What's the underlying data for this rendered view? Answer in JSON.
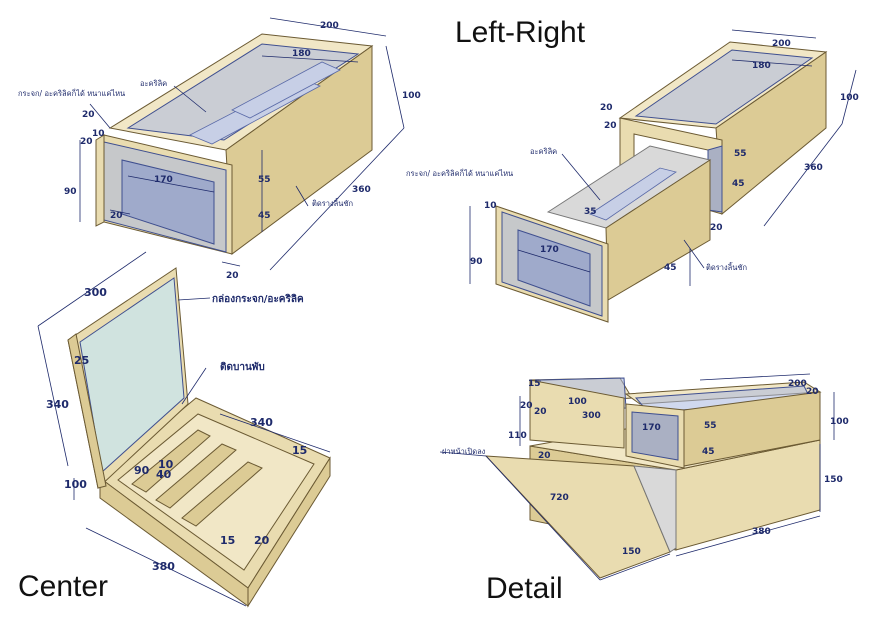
{
  "titles": {
    "left_right": "Left-Right",
    "center": "Center",
    "detail": "Detail"
  },
  "top_left": {
    "width_outer": "200",
    "width_inner": "180",
    "height": "100",
    "depth": "360",
    "label_acrylic": "อะคริลิค",
    "label_glass": "กระจก/ อะคริลิคก็ได้ หนาแค่ไหน",
    "front_width": "170",
    "front_height": "90",
    "dim_20a": "20",
    "dim_20b": "20",
    "dim_10": "10",
    "dim_20c": "20",
    "dim_55": "55",
    "dim_45": "45",
    "dim_20d": "20",
    "label_rail": "ติดรางลิ้นชัก"
  },
  "top_right": {
    "width_outer": "200",
    "width_inner": "180",
    "height": "100",
    "depth": "360",
    "dim_20a": "20",
    "dim_20b": "20",
    "dim_55": "55",
    "dim_45a": "45",
    "dim_20c": "20",
    "label_acrylic": "อะคริลิค",
    "label_glass": "กระจก/ อะคริลิคก็ได้ หนาแค่ไหน",
    "dim_10": "10",
    "dim_35": "35",
    "front_width": "170",
    "front_height": "90",
    "dim_45b": "45",
    "label_rail": "ติดรางลิ้นชัก"
  },
  "center": {
    "lid_width": "300",
    "label_glass_box": "กล่องกระจก/อะคริลิค",
    "dim_25": "25",
    "label_hinge": "ติดบานพับ",
    "height_total": "340",
    "base_depth": "340",
    "dim_15a": "15",
    "dim_10": "10",
    "dim_90": "90",
    "dim_40": "40",
    "dim_100": "100",
    "dim_15b": "15",
    "dim_20": "20",
    "base_width": "380"
  },
  "detail": {
    "dim_15": "15",
    "dim_20a": "20",
    "dim_100": "100",
    "dim_300": "300",
    "dim_20b": "20",
    "dim_200": "200",
    "dim_20c": "20",
    "dim_100b": "100",
    "dim_110": "110",
    "dim_170": "170",
    "dim_55": "55",
    "dim_45": "45",
    "dim_20d": "20",
    "label_lid": "ฝาหน้าเปิดลง",
    "dim_720": "720",
    "dim_150a": "150",
    "dim_150b": "150",
    "dim_380": "380"
  }
}
